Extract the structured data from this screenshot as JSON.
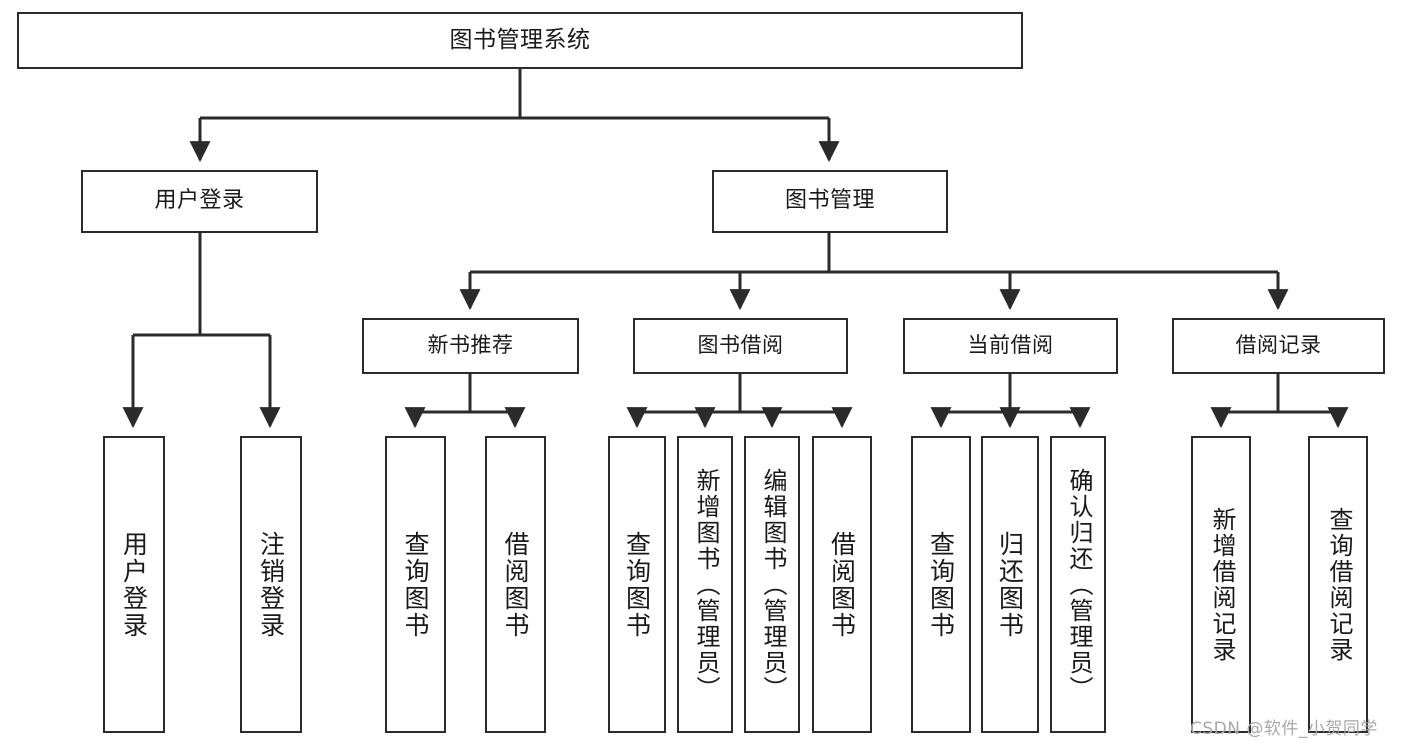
{
  "diagram": {
    "type": "tree-hierarchy",
    "title": "图书管理系统",
    "root": {
      "label": "图书管理系统"
    },
    "level1": [
      {
        "id": "user-login",
        "label": "用户登录"
      },
      {
        "id": "book-manage",
        "label": "图书管理"
      }
    ],
    "level2": [
      {
        "id": "newbook",
        "label": "新书推荐"
      },
      {
        "id": "borrow",
        "label": "图书借阅"
      },
      {
        "id": "current",
        "label": "当前借阅"
      },
      {
        "id": "record",
        "label": "借阅记录"
      }
    ],
    "leaves": {
      "user_login": [
        {
          "id": "leaf-user-login",
          "label": "用户登录"
        },
        {
          "id": "leaf-logout",
          "label": "注销登录"
        }
      ],
      "newbook": [
        {
          "id": "leaf-nb-query",
          "label": "查询图书"
        },
        {
          "id": "leaf-nb-borrow",
          "label": "借阅图书"
        }
      ],
      "borrow": [
        {
          "id": "leaf-bw-query",
          "label": "查询图书"
        },
        {
          "id": "leaf-bw-add",
          "label": "新增图书（管理员）"
        },
        {
          "id": "leaf-bw-edit",
          "label": "编辑图书（管理员）"
        },
        {
          "id": "leaf-bw-borrow",
          "label": "借阅图书"
        }
      ],
      "current": [
        {
          "id": "leaf-cur-query",
          "label": "查询图书"
        },
        {
          "id": "leaf-cur-return",
          "label": "归还图书"
        },
        {
          "id": "leaf-cur-confirm",
          "label": "确认归还（管理员）"
        }
      ],
      "record": [
        {
          "id": "leaf-rec-add",
          "label": "新增借阅记录"
        },
        {
          "id": "leaf-rec-query",
          "label": "查询借阅记录"
        }
      ]
    },
    "watermark": "CSDN @软件_小贺同学",
    "colors": {
      "stroke": "#2b2b2b",
      "fill": "#ffffff",
      "text": "#1a1a1a",
      "watermark": "#a8a8a8"
    }
  }
}
